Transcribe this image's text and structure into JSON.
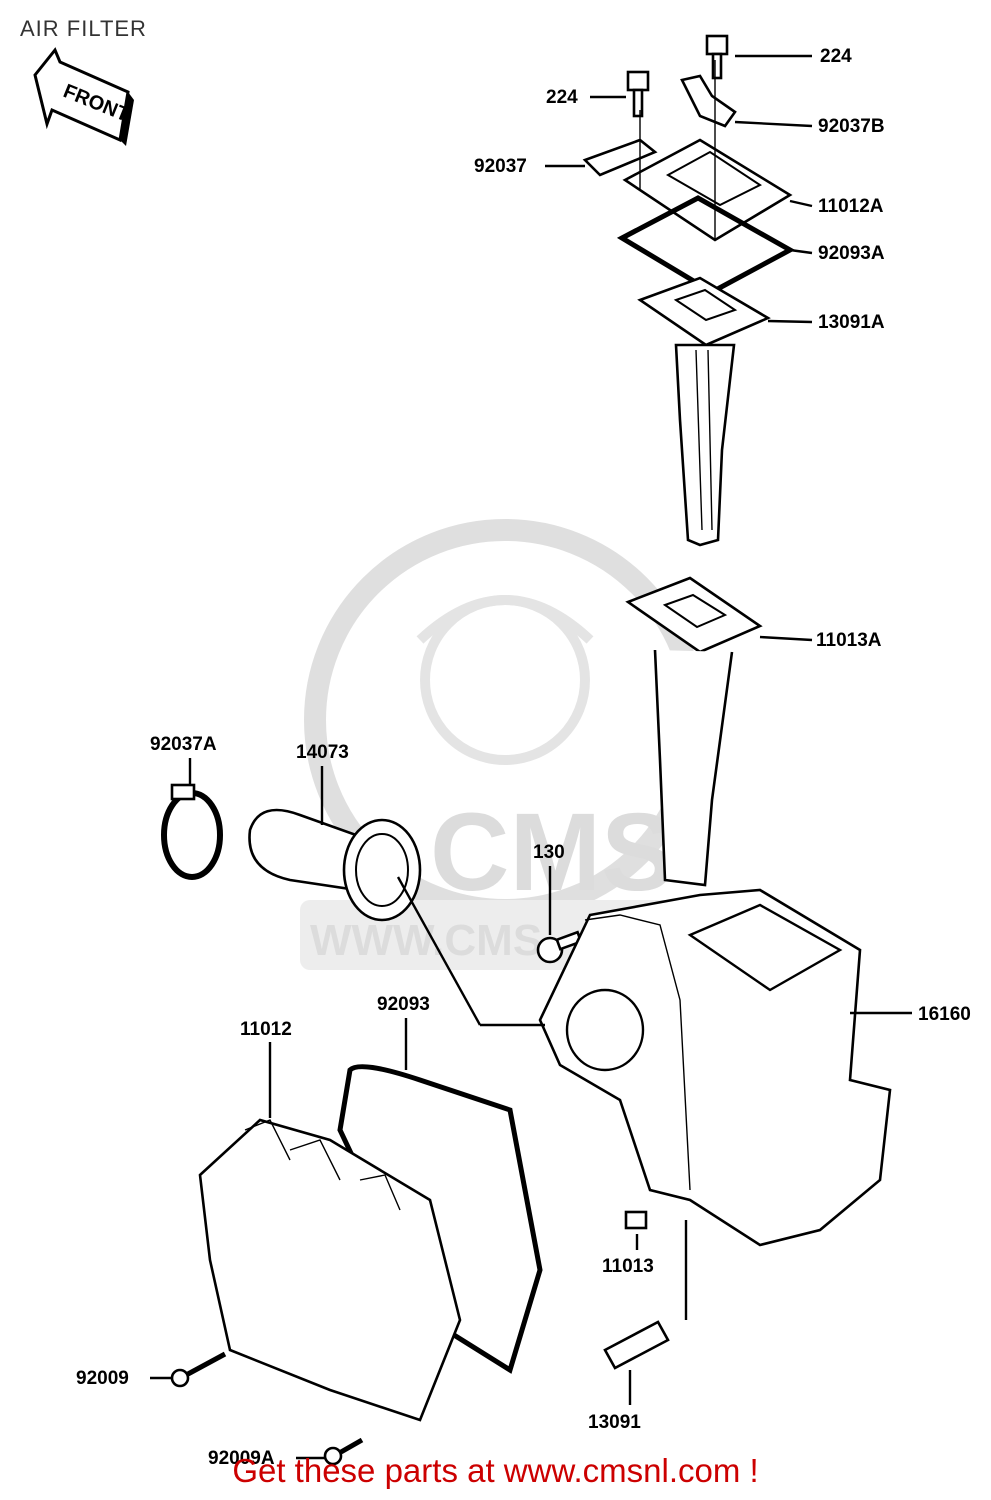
{
  "title": "AIR FILTER",
  "front_arrow": {
    "text": "FRONT"
  },
  "watermark": {
    "brand": "CMS",
    "url": "WWW.CMS"
  },
  "footer": "Get these parts at www.cmsnl.com !",
  "labels": {
    "l224a": "224",
    "l224b": "224",
    "l92037b": "92037B",
    "l92037": "92037",
    "l11012a": "11012A",
    "l92093a": "92093A",
    "l13091a": "13091A",
    "l11013a": "11013A",
    "l92037a": "92037A",
    "l14073": "14073",
    "l130": "130",
    "l16160": "16160",
    "l92093": "92093",
    "l11012": "11012",
    "l11013": "11013",
    "l92009": "92009",
    "l13091": "13091",
    "l92009a": "92009A"
  }
}
